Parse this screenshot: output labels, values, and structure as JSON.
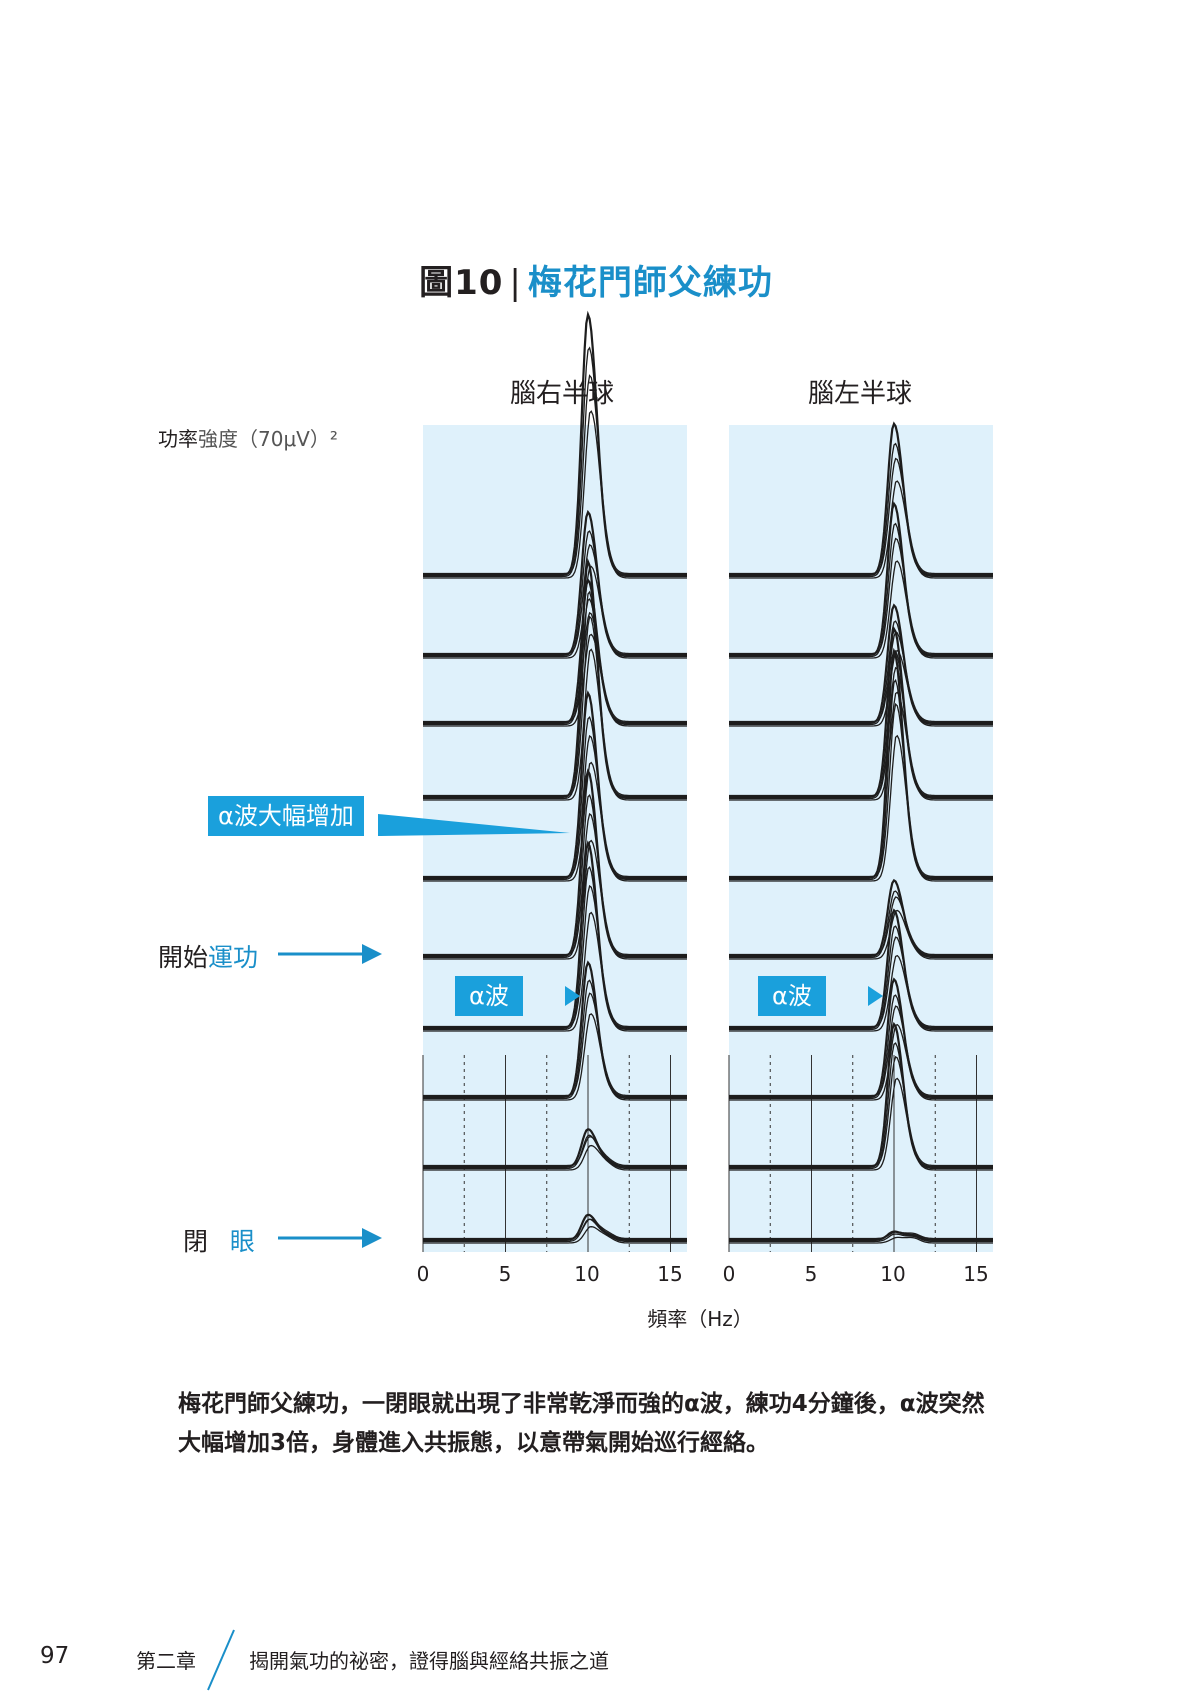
{
  "figure": {
    "number": "圖10",
    "separator": "|",
    "name": "梅花門師父練功"
  },
  "hemispheres": {
    "right": "腦右半球",
    "left": "腦左半球"
  },
  "y_axis_label": {
    "part1": "功率",
    "part2": "強度（70μV）²"
  },
  "annotations": {
    "big_increase": "α波大幅增加",
    "alpha_right": "α波",
    "alpha_left": "α波",
    "start_part1": "開始",
    "start_part2": "運功",
    "close_part1": "閉",
    "close_part2": "眼"
  },
  "colors": {
    "accent": "#1a8fc9",
    "callout_bg": "#1aa0dc",
    "plot_bg": "#dff1fb",
    "trace": "#1d1d1d"
  },
  "chart_data": {
    "type": "line",
    "xlabel": "頻率（Hz）",
    "ylabel": "功率強度（70μV）²",
    "xlim": [
      0,
      16
    ],
    "x_ticks": [
      "0",
      "5",
      "10",
      "15"
    ],
    "panels": [
      {
        "title": "腦右半球",
        "peak_frequency": 10,
        "peak_amplitudes": [
          0.3,
          0.45,
          1.6,
          2.2,
          2.2,
          2.2,
          2.8,
          1.7,
          1.7,
          3.1
        ]
      },
      {
        "title": "腦左半球",
        "peak_frequency": 10,
        "peak_amplitudes": [
          0.1,
          1.7,
          1.4,
          1.4,
          0.9,
          2.7,
          2.0,
          1.4,
          1.8,
          1.8
        ]
      }
    ]
  },
  "caption": "梅花門師父練功，一閉眼就出現了非常乾淨而強的α波，練功4分鐘後，α波突然大幅增加3倍，身體進入共振態，以意帶氣開始巡行經絡。",
  "footer": {
    "page_number": "97",
    "chapter": "第二章",
    "title": "揭開氣功的祕密，證得腦與經絡共振之道"
  }
}
